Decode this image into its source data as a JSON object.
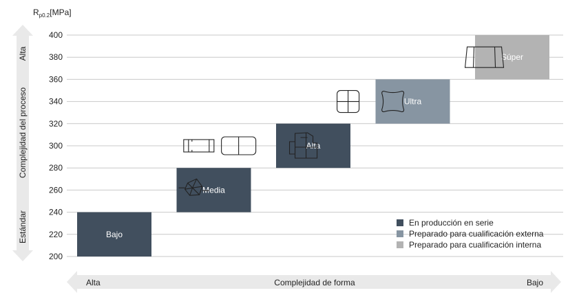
{
  "chart_data": {
    "type": "bar",
    "ylabel_main": "R",
    "ylabel_sub": "p0.2",
    "ylabel_unit": "[MPa]",
    "ylim": [
      200,
      400
    ],
    "yticks": [
      200,
      220,
      240,
      260,
      280,
      300,
      320,
      340,
      360,
      380,
      400
    ],
    "grid": true,
    "left_arrow": {
      "label": "Complejidad del proceso",
      "top_label": "Alta",
      "bottom_label": "Estándar"
    },
    "bottom_arrow": {
      "label": "Complejidad de forma",
      "left_label": "Alta",
      "right_label": "Bajo"
    },
    "bars": [
      {
        "label": "Bajo",
        "y0": 200,
        "y1": 240,
        "series": 0,
        "col": 0
      },
      {
        "label": "Media",
        "y0": 240,
        "y1": 280,
        "series": 0,
        "col": 1
      },
      {
        "label": "Alta",
        "y0": 280,
        "y1": 320,
        "series": 0,
        "col": 2
      },
      {
        "label": "Ultra",
        "y0": 320,
        "y1": 360,
        "series": 1,
        "col": 3
      },
      {
        "label": "Súper",
        "y0": 360,
        "y1": 400,
        "series": 2,
        "col": 4
      }
    ],
    "series": [
      {
        "name": "En producción en serie",
        "color": "#414f5e"
      },
      {
        "name": "Preparado para cualificación externa",
        "color": "#8795a2"
      },
      {
        "name": "Preparado para cualificación interna",
        "color": "#b3b3b3"
      }
    ],
    "legend_position": "bottom-right",
    "shape_icons": [
      {
        "name": "star-profile-icon",
        "col": 0.8,
        "y": 262
      },
      {
        "name": "slotted-rect-profile-icon",
        "col": 0.85,
        "y": 300
      },
      {
        "name": "rounded-split-rect-profile-icon",
        "col": 1.25,
        "y": 300
      },
      {
        "name": "complex-chamber-profile-icon",
        "col": 1.9,
        "y": 300
      },
      {
        "name": "cross-square-profile-icon",
        "col": 2.35,
        "y": 340
      },
      {
        "name": "rounded-square-profile-icon",
        "col": 2.8,
        "y": 340
      },
      {
        "name": "trapezoid-profile-icon",
        "col": 3.72,
        "y": 380
      }
    ]
  }
}
